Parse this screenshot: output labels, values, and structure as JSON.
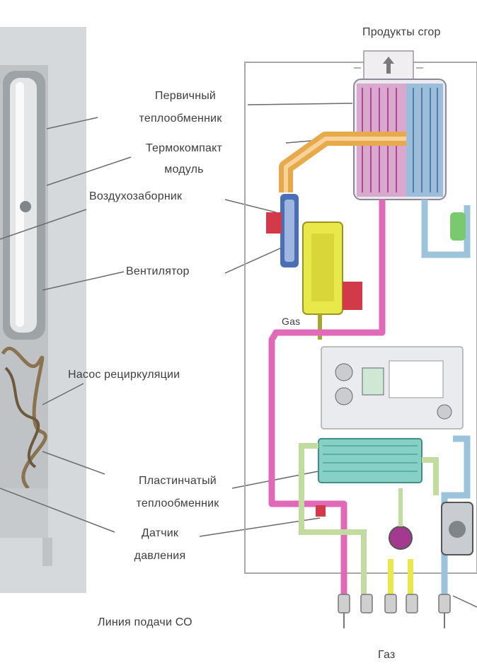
{
  "labels": {
    "top_products": "Продукты сгор",
    "primary_hx_1": "Первичный",
    "primary_hx_2": "теплообменник",
    "thermocompact_1": "Термокомпакт",
    "thermocompact_2": "модуль",
    "air_intake": "Воздухозаборник",
    "fan": "Вентилятор",
    "gas_valve": "Gas",
    "pump": "Насос рециркуляции",
    "plate_hx_1": "Пластинчатый",
    "plate_hx_2": "теплообменник",
    "pressure_sensor_1": "Датчик",
    "pressure_sensor_2": "давления",
    "co_supply": "Линия подачи СО",
    "gas": "Газ"
  },
  "colors": {
    "flue_pink": "#d7a2c9",
    "flue_blue": "#8fb6d6",
    "heating_supply": "#e06ab8",
    "gas_yellow": "#e9e84a",
    "gas_orange": "#e8a94a",
    "return_blue": "#9cc3dc",
    "plate_hx_teal": "#86d0c6",
    "fan_blue": "#4a6fb5",
    "valve_red": "#d23a4a",
    "boiler_gray": "#cfd3d6"
  }
}
